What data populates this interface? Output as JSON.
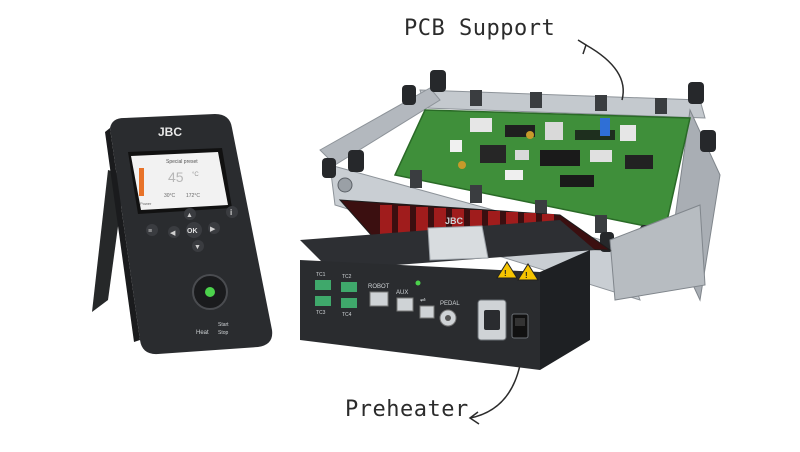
{
  "labels": {
    "pcb_support": "PCB Support",
    "preheater": "Preheater"
  },
  "controller": {
    "brand": "JBC",
    "screen_title": "Special preset",
    "screen_value": "45",
    "screen_unit": "°C",
    "screen_small_left": "30°C",
    "screen_small_right": "172°C",
    "screen_side_label": "Power",
    "ok_label": "OK",
    "heat_label": "Heat",
    "start_label": "Start",
    "stop_label": "Stop"
  },
  "preheater": {
    "brand": "JBC",
    "port_tc1": "TC1",
    "port_tc2": "TC2",
    "port_tc3": "TC3",
    "port_tc4": "TC4",
    "port_robot": "ROBOT",
    "port_aux": "AUX",
    "port_pedal": "PEDAL"
  },
  "colors": {
    "body_dark": "#2a2c2f",
    "frame_silver": "#b9bec4",
    "pcb_green": "#3f8f3a",
    "connector_green": "#3fa86b",
    "heater_red": "#a01c1c",
    "warning_yellow": "#f5c400",
    "led_green": "#4cd24c",
    "screen_orange": "#e8732a"
  }
}
